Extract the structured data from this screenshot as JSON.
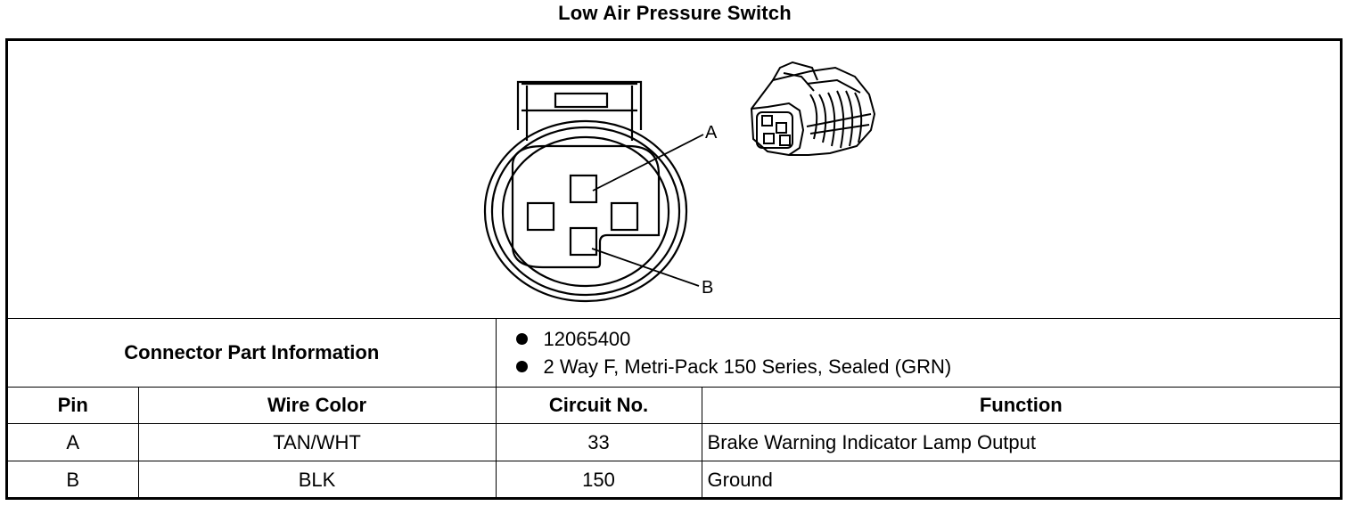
{
  "title": "Low Air Pressure Switch",
  "diagram": {
    "pin_labels": [
      "A",
      "B"
    ]
  },
  "connector_info": {
    "label": "Connector Part Information",
    "items": [
      "12065400",
      "2 Way F, Metri-Pack 150 Series, Sealed (GRN)"
    ]
  },
  "table": {
    "headers": [
      "Pin",
      "Wire Color",
      "Circuit No.",
      "Function"
    ],
    "rows": [
      {
        "pin": "A",
        "wire_color": "TAN/WHT",
        "circuit": "33",
        "function": "Brake Warning Indicator Lamp Output"
      },
      {
        "pin": "B",
        "wire_color": "BLK",
        "circuit": "150",
        "function": "Ground"
      }
    ]
  }
}
